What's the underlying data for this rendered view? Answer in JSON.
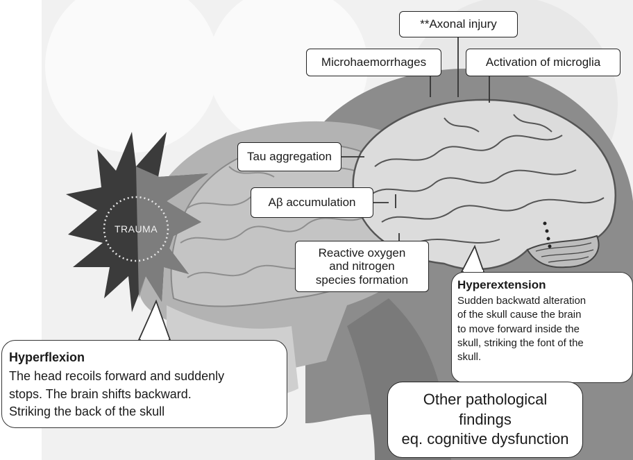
{
  "trauma_label": "TRAUMA",
  "labels": {
    "axonal_injury": "**Axonal injury",
    "microhaemorrhages": "Microhaemorrhages",
    "microglia": "Activation of microglia",
    "tau": "Tau aggregation",
    "abeta": "Aβ accumulation",
    "ros_line1": "Reactive oxygen",
    "ros_line2": "and nitrogen",
    "ros_line3": "species formation"
  },
  "hyperflexion": {
    "heading": "Hyperflexion",
    "body": "The head recoils forward and suddenly\nstops. The brain shifts backward.\nStriking the back of the skull"
  },
  "hyperextension": {
    "heading": "Hyperextension",
    "body": "Sudden backwatd alteration\nof the skull cause the brain\nto move forward inside the\nskull, striking the font of the\nskull."
  },
  "other_findings": {
    "line1": "Other pathological",
    "line2": "findings",
    "line3": "eq. cognitive dysfunction"
  },
  "colors": {
    "background_light": "#f2f2f2",
    "head_dark": "#8c8c8c",
    "head_mid": "#b5b5b5",
    "brain": "#d9d9d9",
    "star": "#3a3a3a",
    "star_front": "#8a8a8a"
  }
}
